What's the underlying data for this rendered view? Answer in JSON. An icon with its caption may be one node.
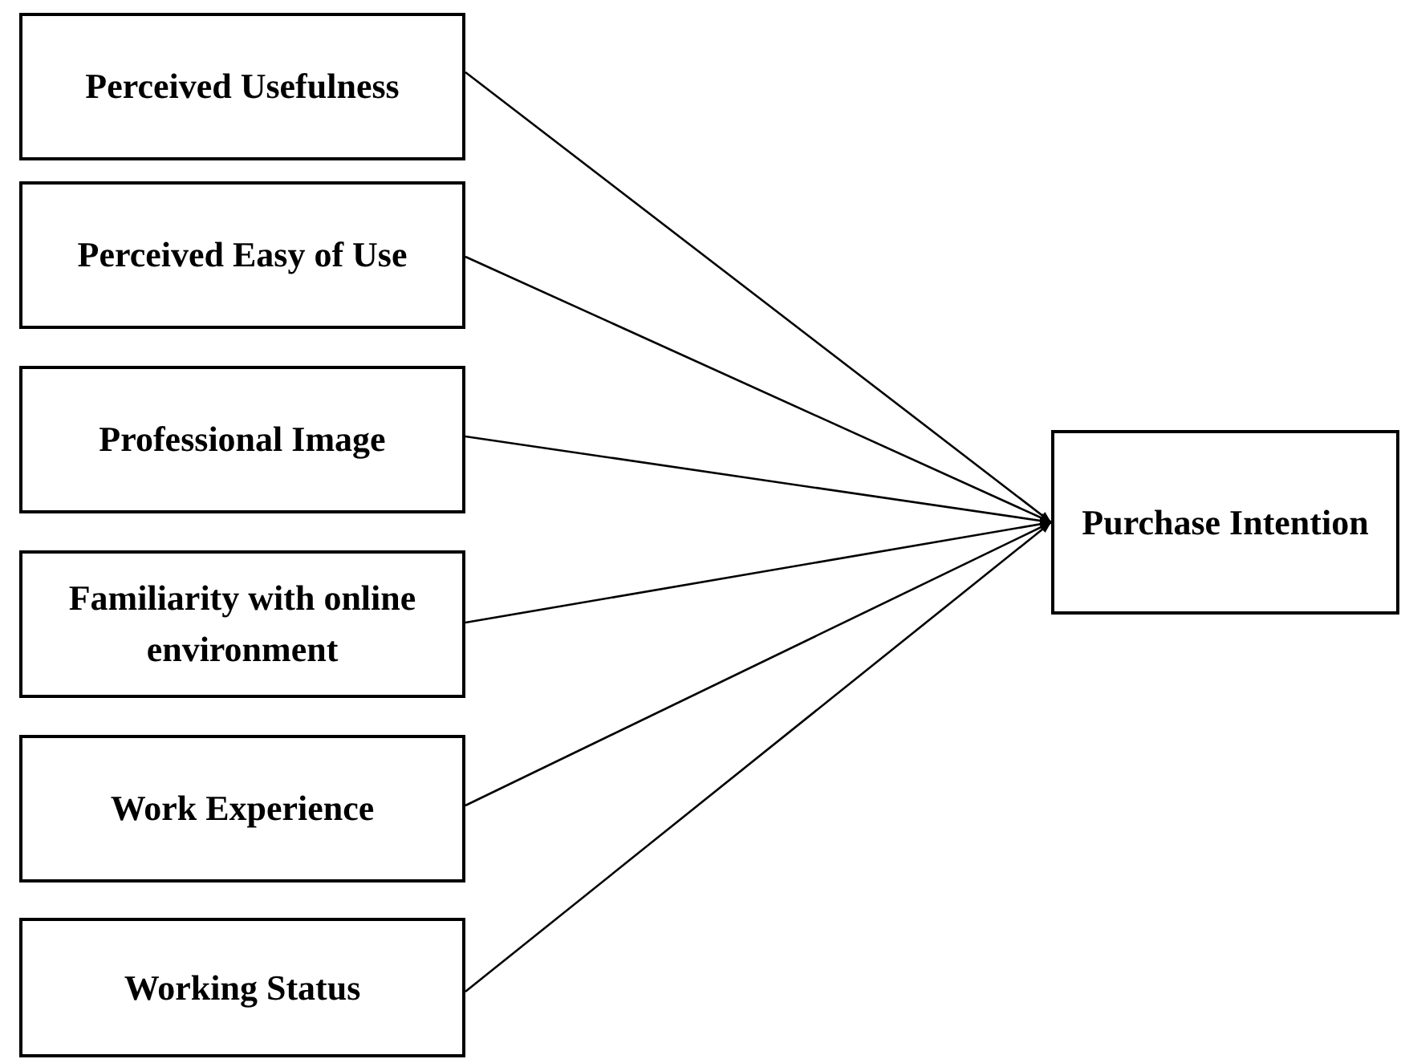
{
  "diagram": {
    "nodes": [
      {
        "text": [
          "Perceived Usefulness"
        ]
      },
      {
        "text": [
          "Perceived Easy of Use"
        ]
      },
      {
        "text": [
          "Professional Image"
        ]
      },
      {
        "text": [
          "Familiarity with online environment"
        ]
      },
      {
        "text": [
          "Work Experience"
        ]
      },
      {
        "text": [
          "Working Status"
        ]
      },
      {
        "text": [
          "Purchase Intention"
        ]
      }
    ],
    "edges": [
      {
        "from": 0,
        "to": 6,
        "arrow": "to"
      },
      {
        "from": 1,
        "to": 6,
        "arrow": "to"
      },
      {
        "from": 2,
        "to": 6,
        "arrow": "to"
      },
      {
        "from": 3,
        "to": 6,
        "arrow": "to"
      },
      {
        "from": 4,
        "to": 6,
        "arrow": "to"
      },
      {
        "from": 5,
        "to": 6,
        "arrow": "to"
      }
    ]
  }
}
